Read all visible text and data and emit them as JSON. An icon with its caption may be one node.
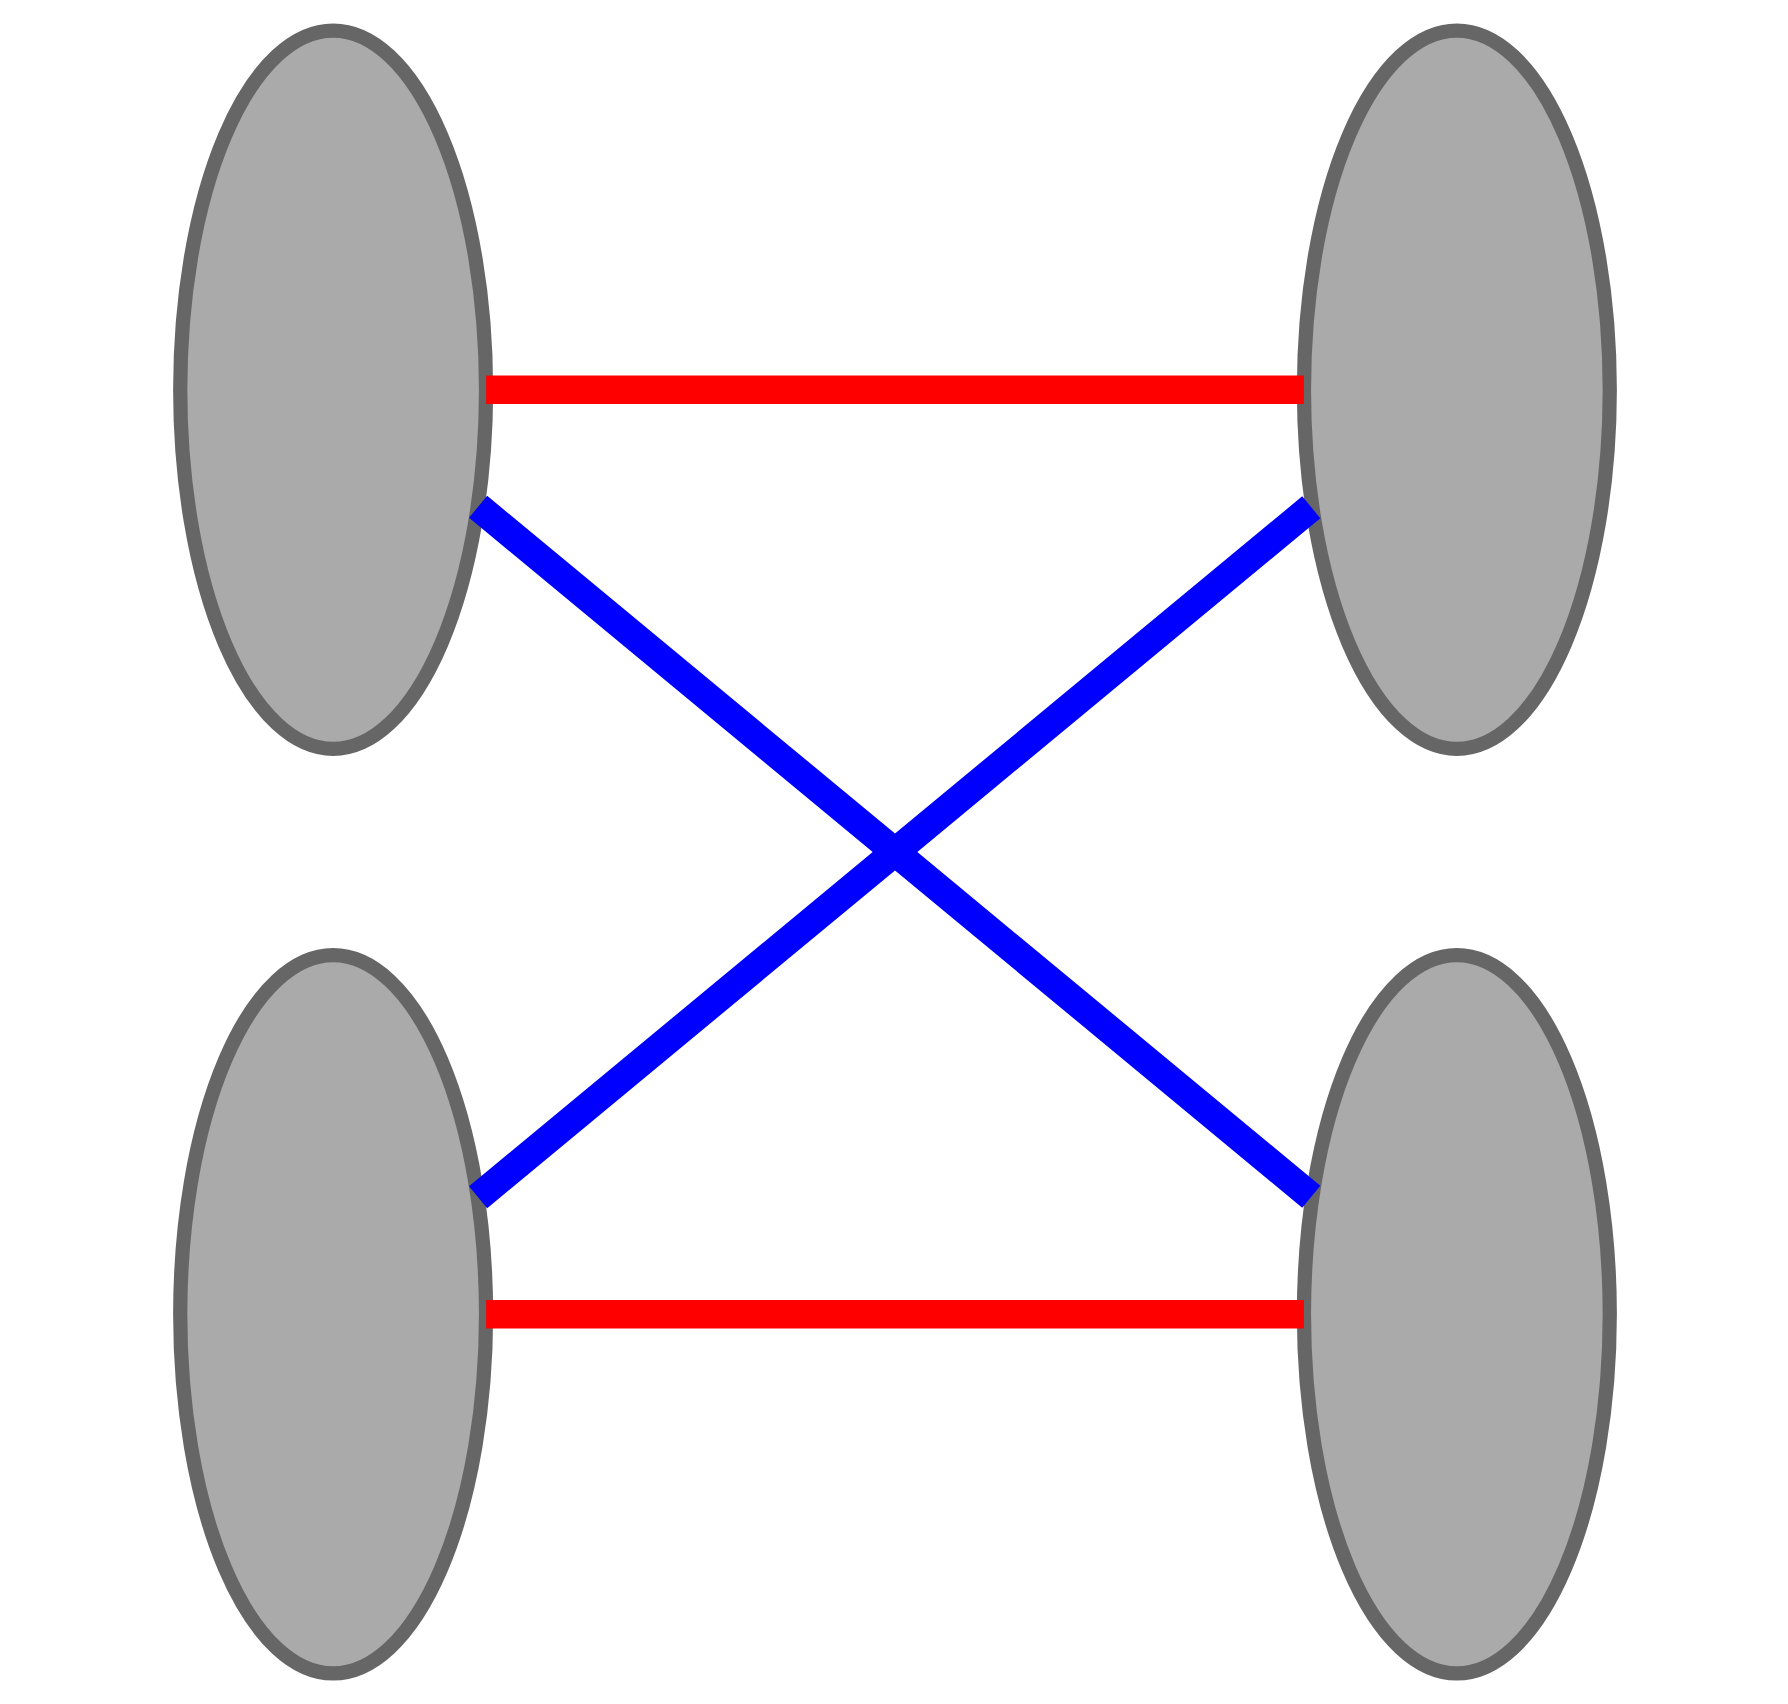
{
  "diagram": {
    "nodes": [
      {
        "text": [],
        "shape": "ellipse"
      },
      {
        "text": [],
        "shape": "ellipse"
      },
      {
        "text": [],
        "shape": "ellipse"
      },
      {
        "text": [],
        "shape": "ellipse"
      }
    ],
    "edges": [
      {
        "from": 0,
        "to": 1,
        "arrow": "none",
        "color": "#ff0000"
      },
      {
        "from": 0,
        "to": 3,
        "arrow": "none",
        "color": "#0000ff"
      },
      {
        "from": 2,
        "to": 1,
        "arrow": "none",
        "color": "#0000ff"
      },
      {
        "from": 2,
        "to": 3,
        "arrow": "none",
        "color": "#ff0000"
      }
    ]
  }
}
